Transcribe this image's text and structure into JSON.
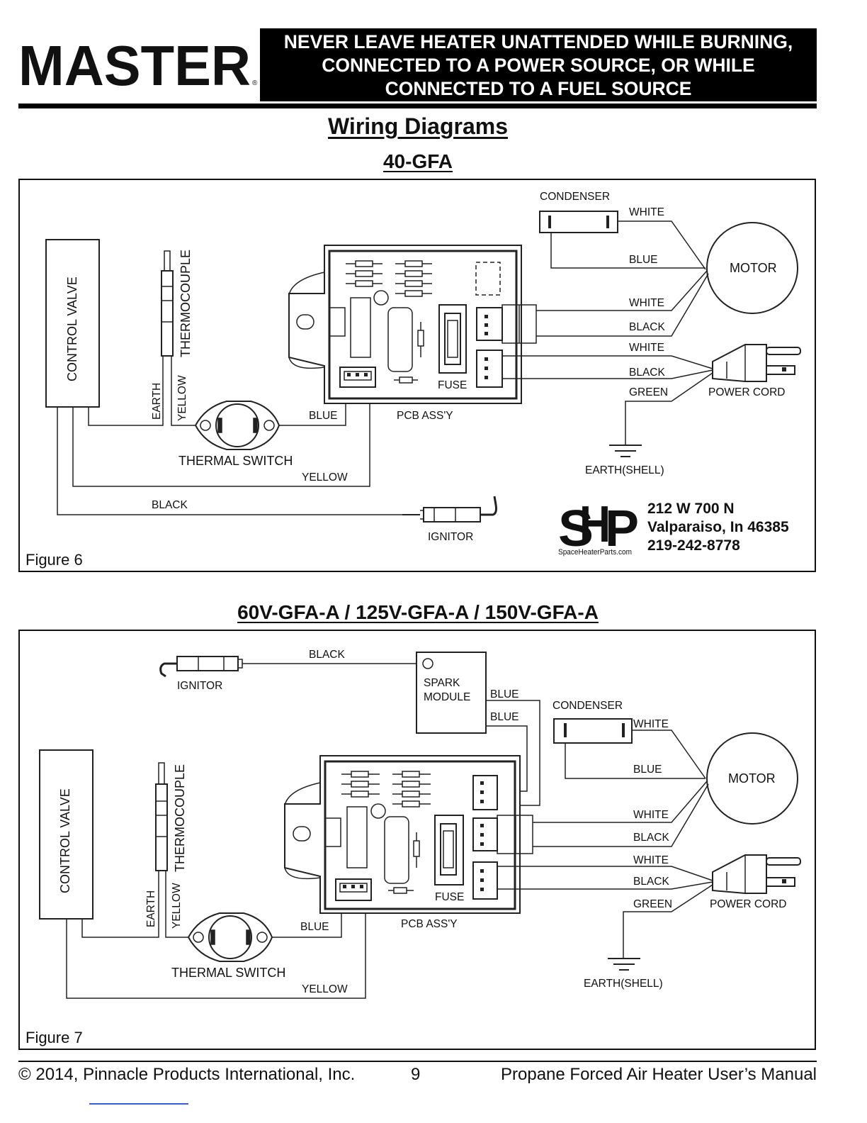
{
  "header": {
    "logo_text": "MASTER",
    "warning_lines": [
      "NEVER LEAVE HEATER UNATTENDED WHILE BURNING,",
      "CONNECTED TO A POWER SOURCE, OR WHILE",
      "CONNECTED TO A FUEL SOURCE"
    ]
  },
  "title": "Wiring Diagrams",
  "diagram1": {
    "heading": "40-GFA",
    "figure": "Figure 6",
    "labels": {
      "control_valve": "CONTROL VALVE",
      "thermocouple": "THERMOCOUPLE",
      "earth": "EARTH",
      "yellow": "YELLOW",
      "thermal_switch": "THERMAL SWITCH",
      "blue": "BLUE",
      "yellow2": "YELLOW",
      "black": "BLACK",
      "ignitor": "IGNITOR",
      "pcb": "PCB ASS'Y",
      "fuse": "FUSE",
      "condenser": "CONDENSER",
      "white_c": "WHITE",
      "blue_c": "BLUE",
      "motor": "MOTOR",
      "white_m": "WHITE",
      "black_m": "BLACK",
      "white_p": "WHITE",
      "black_p": "BLACK",
      "green_p": "GREEN",
      "power_cord": "POWER CORD",
      "earth_shell": "EARTH(SHELL)"
    },
    "vendor": {
      "logo_text": "SHP",
      "site": "SpaceHeaterParts.com",
      "address1": "212 W 700 N",
      "address2": "Valparaiso, In 46385",
      "phone": "219-242-8778"
    }
  },
  "diagram2": {
    "heading": "60V-GFA-A / 125V-GFA-A / 150V-GFA-A",
    "figure": "Figure 7",
    "labels": {
      "ignitor": "IGNITOR",
      "black": "BLACK",
      "spark1": "SPARK",
      "spark2": "MODULE",
      "blue_s1": "BLUE",
      "blue_s2": "BLUE",
      "condenser": "CONDENSER",
      "white_c": "WHITE",
      "blue_c": "BLUE",
      "motor": "MOTOR",
      "control_valve": "CONTROL VALVE",
      "thermocouple": "THERMOCOUPLE",
      "earth": "EARTH",
      "yellow": "YELLOW",
      "thermal_switch": "THERMAL SWITCH",
      "blue": "BLUE",
      "yellow2": "YELLOW",
      "pcb": "PCB ASS'Y",
      "fuse": "FUSE",
      "white_m": "WHITE",
      "black_m": "BLACK",
      "white_p": "WHITE",
      "black_p": "BLACK",
      "green_p": "GREEN",
      "power_cord": "POWER CORD",
      "earth_shell": "EARTH(SHELL)"
    }
  },
  "footer": {
    "copyright": "© 2014, Pinnacle Products International, Inc.",
    "page": "9",
    "manual": "Propane Forced Air Heater User’s Manual"
  }
}
